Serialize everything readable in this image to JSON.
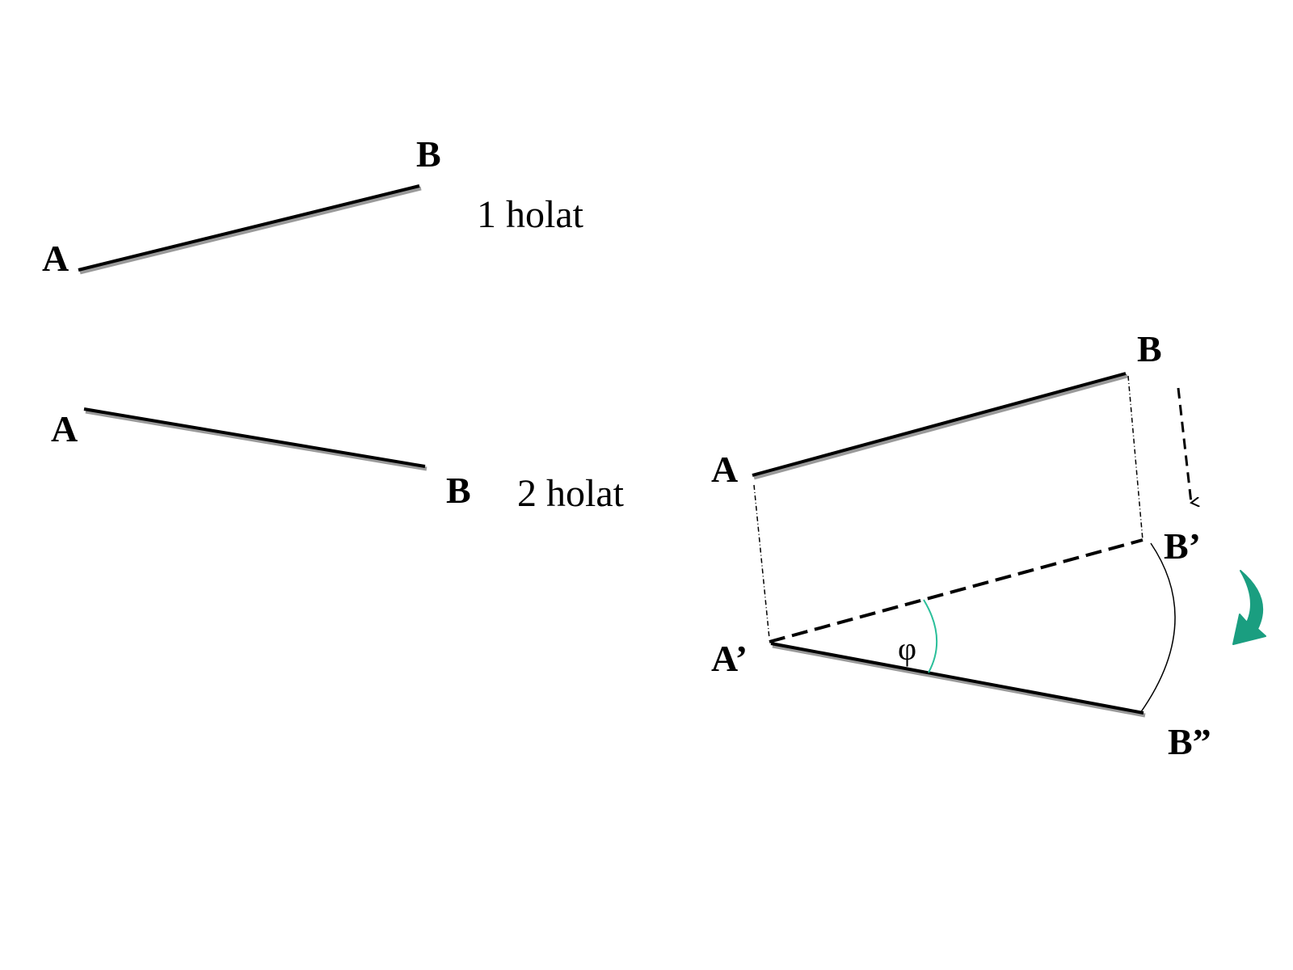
{
  "state1": {
    "caption": "1 holat",
    "label_a": "A",
    "label_b": "B"
  },
  "state2": {
    "caption": "2 holat",
    "label_a": "A",
    "label_b": "B"
  },
  "motion": {
    "label_a": "A",
    "label_b": "B",
    "label_a_prime": "A’",
    "label_b_prime": "B’",
    "label_b_double_prime": "B”",
    "angle_symbol": "φ"
  },
  "colors": {
    "line": "#000000",
    "line_shadow": "#9a9a9a",
    "angle_arc": "#2bbf9a",
    "rotation_arrow": "#1a9e80"
  }
}
